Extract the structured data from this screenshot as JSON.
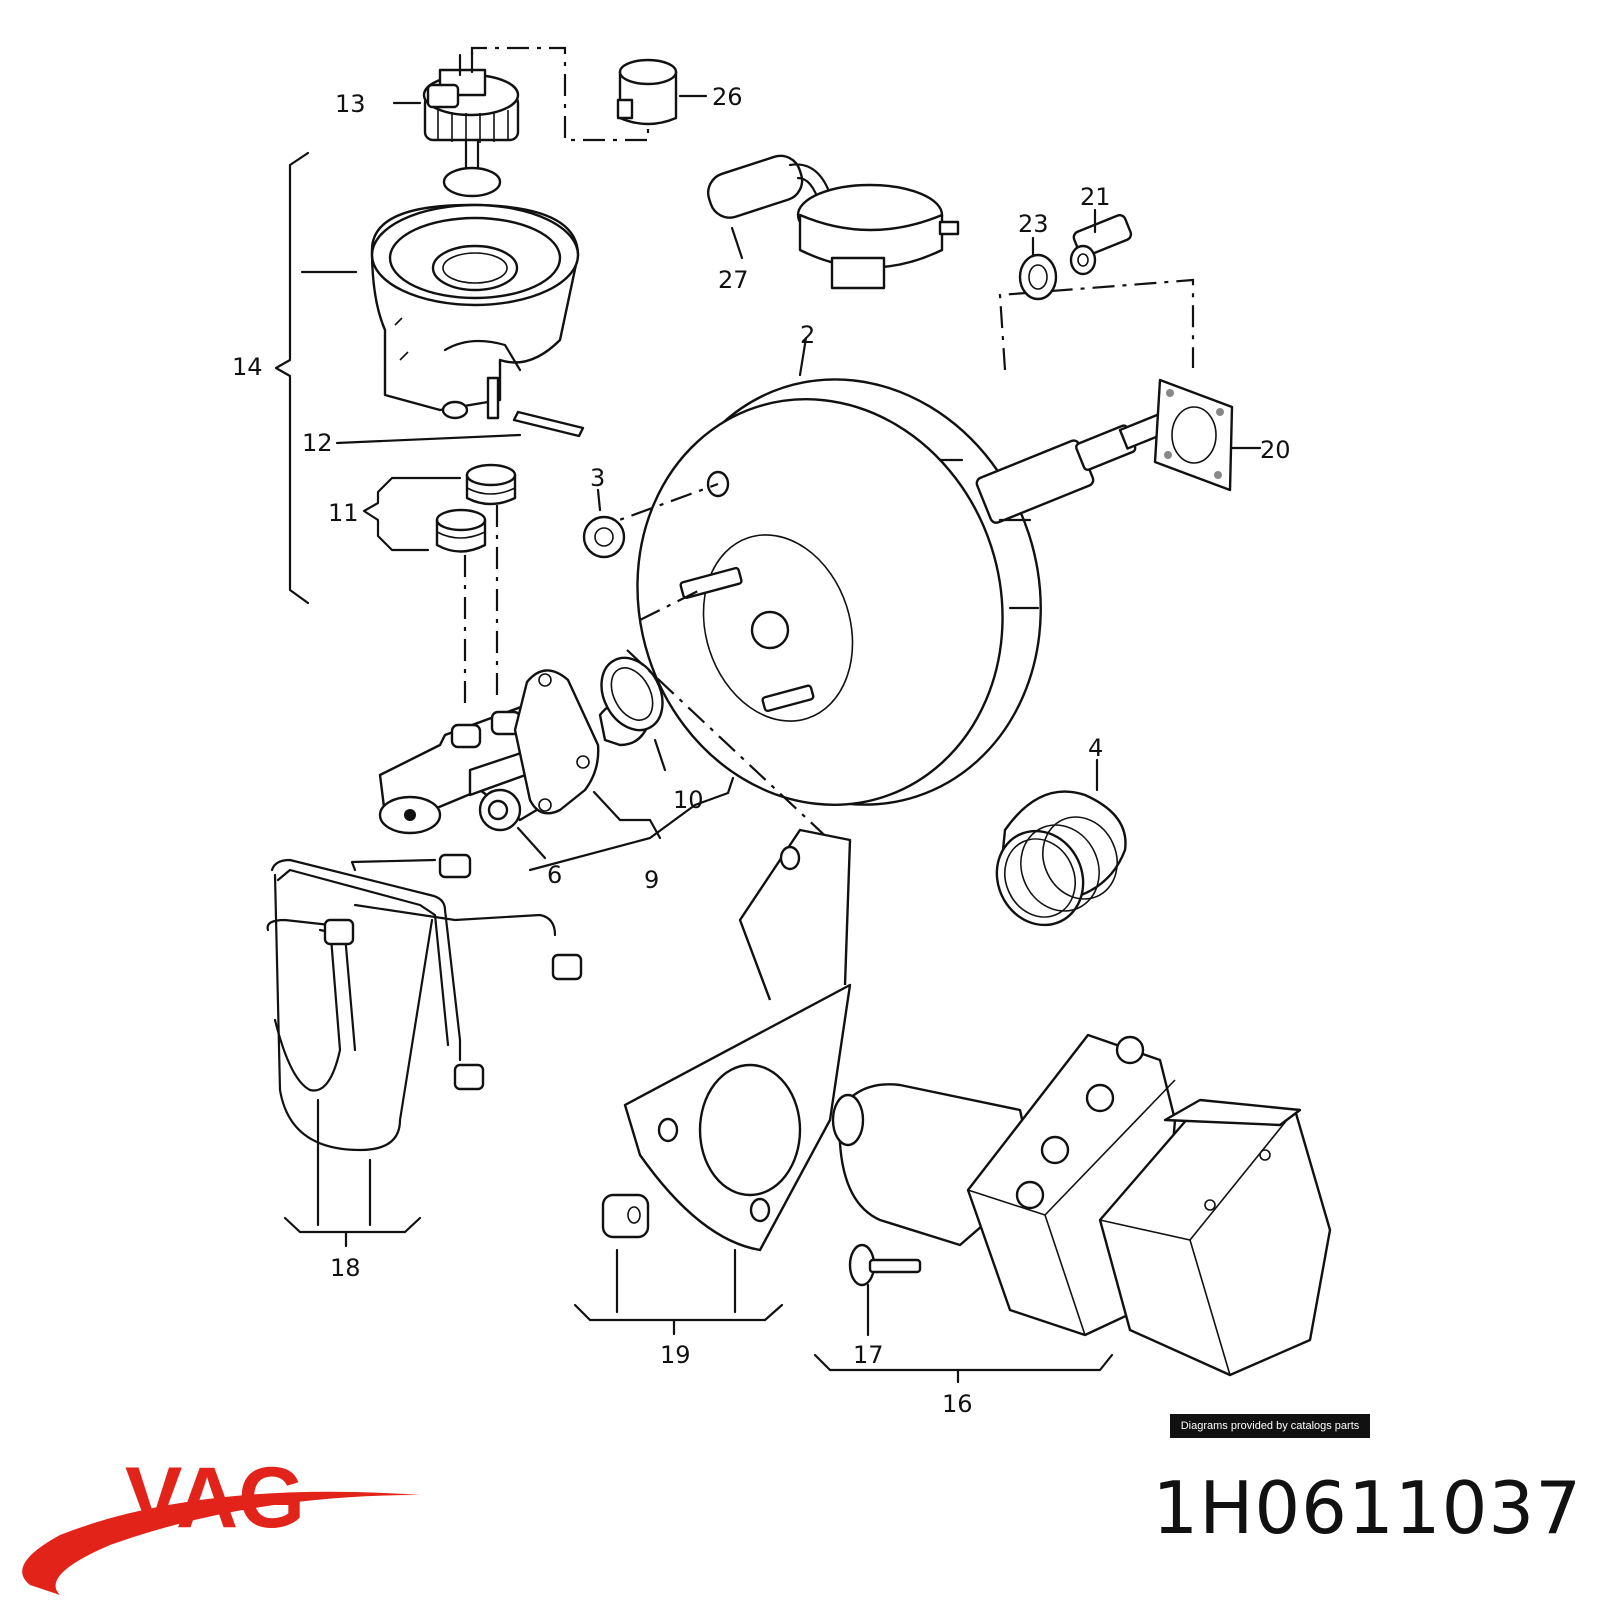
{
  "diagram": {
    "callouts": [
      "2",
      "3",
      "4",
      "6",
      "9",
      "10",
      "11",
      "12",
      "13",
      "14",
      "16",
      "17",
      "18",
      "19",
      "20",
      "21",
      "23",
      "26",
      "27"
    ]
  },
  "credit": "Diagrams provided by catalogs parts",
  "brand": {
    "name": "VAG",
    "color": "#e2231a"
  },
  "part_number": "1H0611037"
}
